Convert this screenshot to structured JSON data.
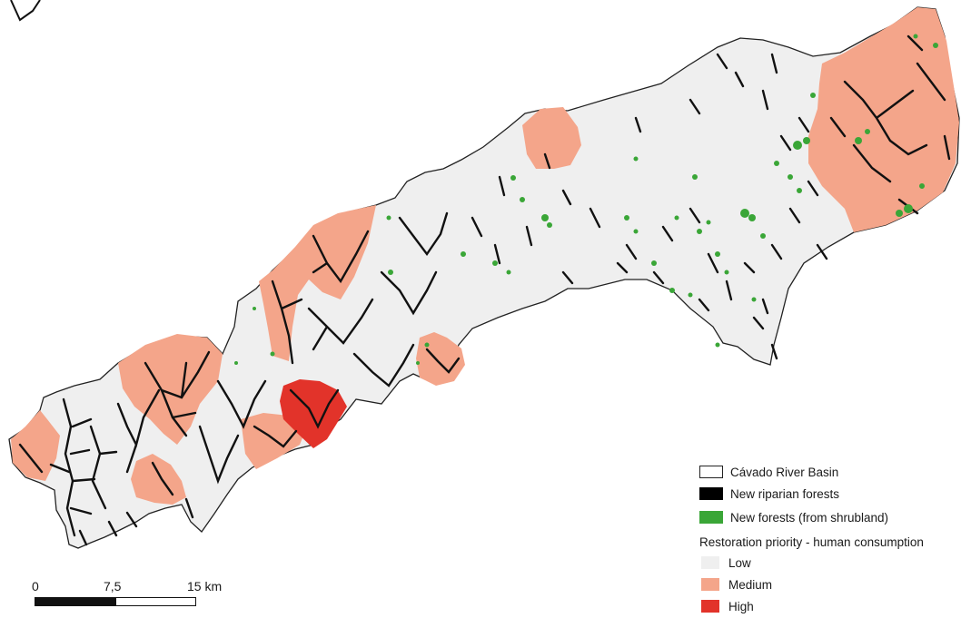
{
  "map": {
    "colors": {
      "basin_fill": "#efefef",
      "basin_outline": "#222222",
      "medium": "#f4a58a",
      "high": "#e2332a",
      "riparian": "#111111",
      "forest": "#3aa637"
    }
  },
  "legend": {
    "items": [
      {
        "label": "Cávado River Basin",
        "icon": "outline-square-icon",
        "color": "#ffffff"
      },
      {
        "label": "New riparian forests",
        "icon": "black-square-icon",
        "color": "#000000"
      },
      {
        "label": "New forests (from shrubland)",
        "icon": "green-square-icon",
        "color": "#3aa637"
      }
    ],
    "priority_heading": "Restoration priority - human consumption",
    "priority": [
      {
        "label": "Low",
        "color": "#efefef"
      },
      {
        "label": "Medium",
        "color": "#f4a58a"
      },
      {
        "label": "High",
        "color": "#e2332a"
      }
    ]
  },
  "scale_bar": {
    "labels": [
      "0",
      "7,5",
      "15 km"
    ]
  }
}
